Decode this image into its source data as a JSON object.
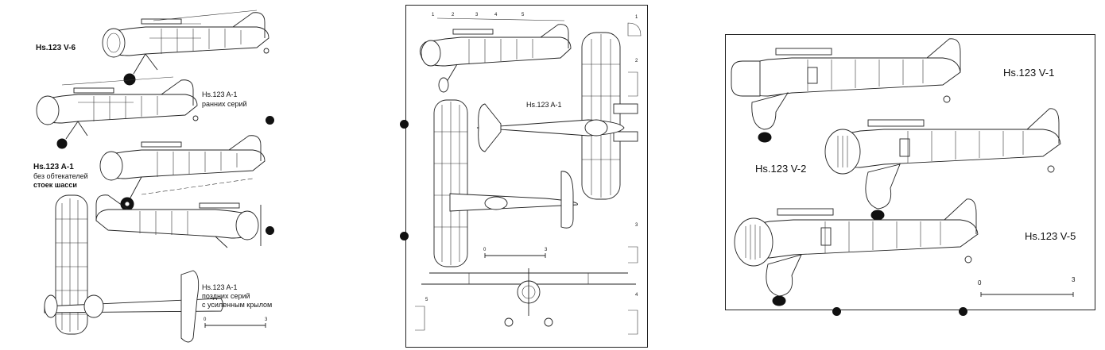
{
  "left_sheet": {
    "labels": {
      "v6": "Hs.123 V-6",
      "a1_early_title": "Hs.123 A-1",
      "a1_early_sub": "ранних серий",
      "a1_nofair_title": "Hs.123 A-1",
      "a1_nofair_sub1": "без обтекателей",
      "a1_nofair_sub2": "стоек шасси",
      "a1_late_title": "Hs.123 A-1",
      "a1_late_sub1": "поздних серий",
      "a1_late_sub2": "с усиленным крылом"
    },
    "scale": {
      "start": "0",
      "end": "3"
    }
  },
  "middle_sheet": {
    "title": "Hs.123 A-1",
    "section_numbers": [
      "1",
      "2",
      "3",
      "4",
      "5"
    ],
    "side_section_numbers": [
      "1",
      "2",
      "3",
      "4",
      "5"
    ],
    "scale": {
      "start": "0",
      "end": "3"
    }
  },
  "right_sheet": {
    "labels": {
      "v1": "Hs.123 V-1",
      "v2": "Hs.123 V-2",
      "v5": "Hs.123 V-5"
    },
    "scale": {
      "start": "0",
      "end": "3"
    }
  }
}
